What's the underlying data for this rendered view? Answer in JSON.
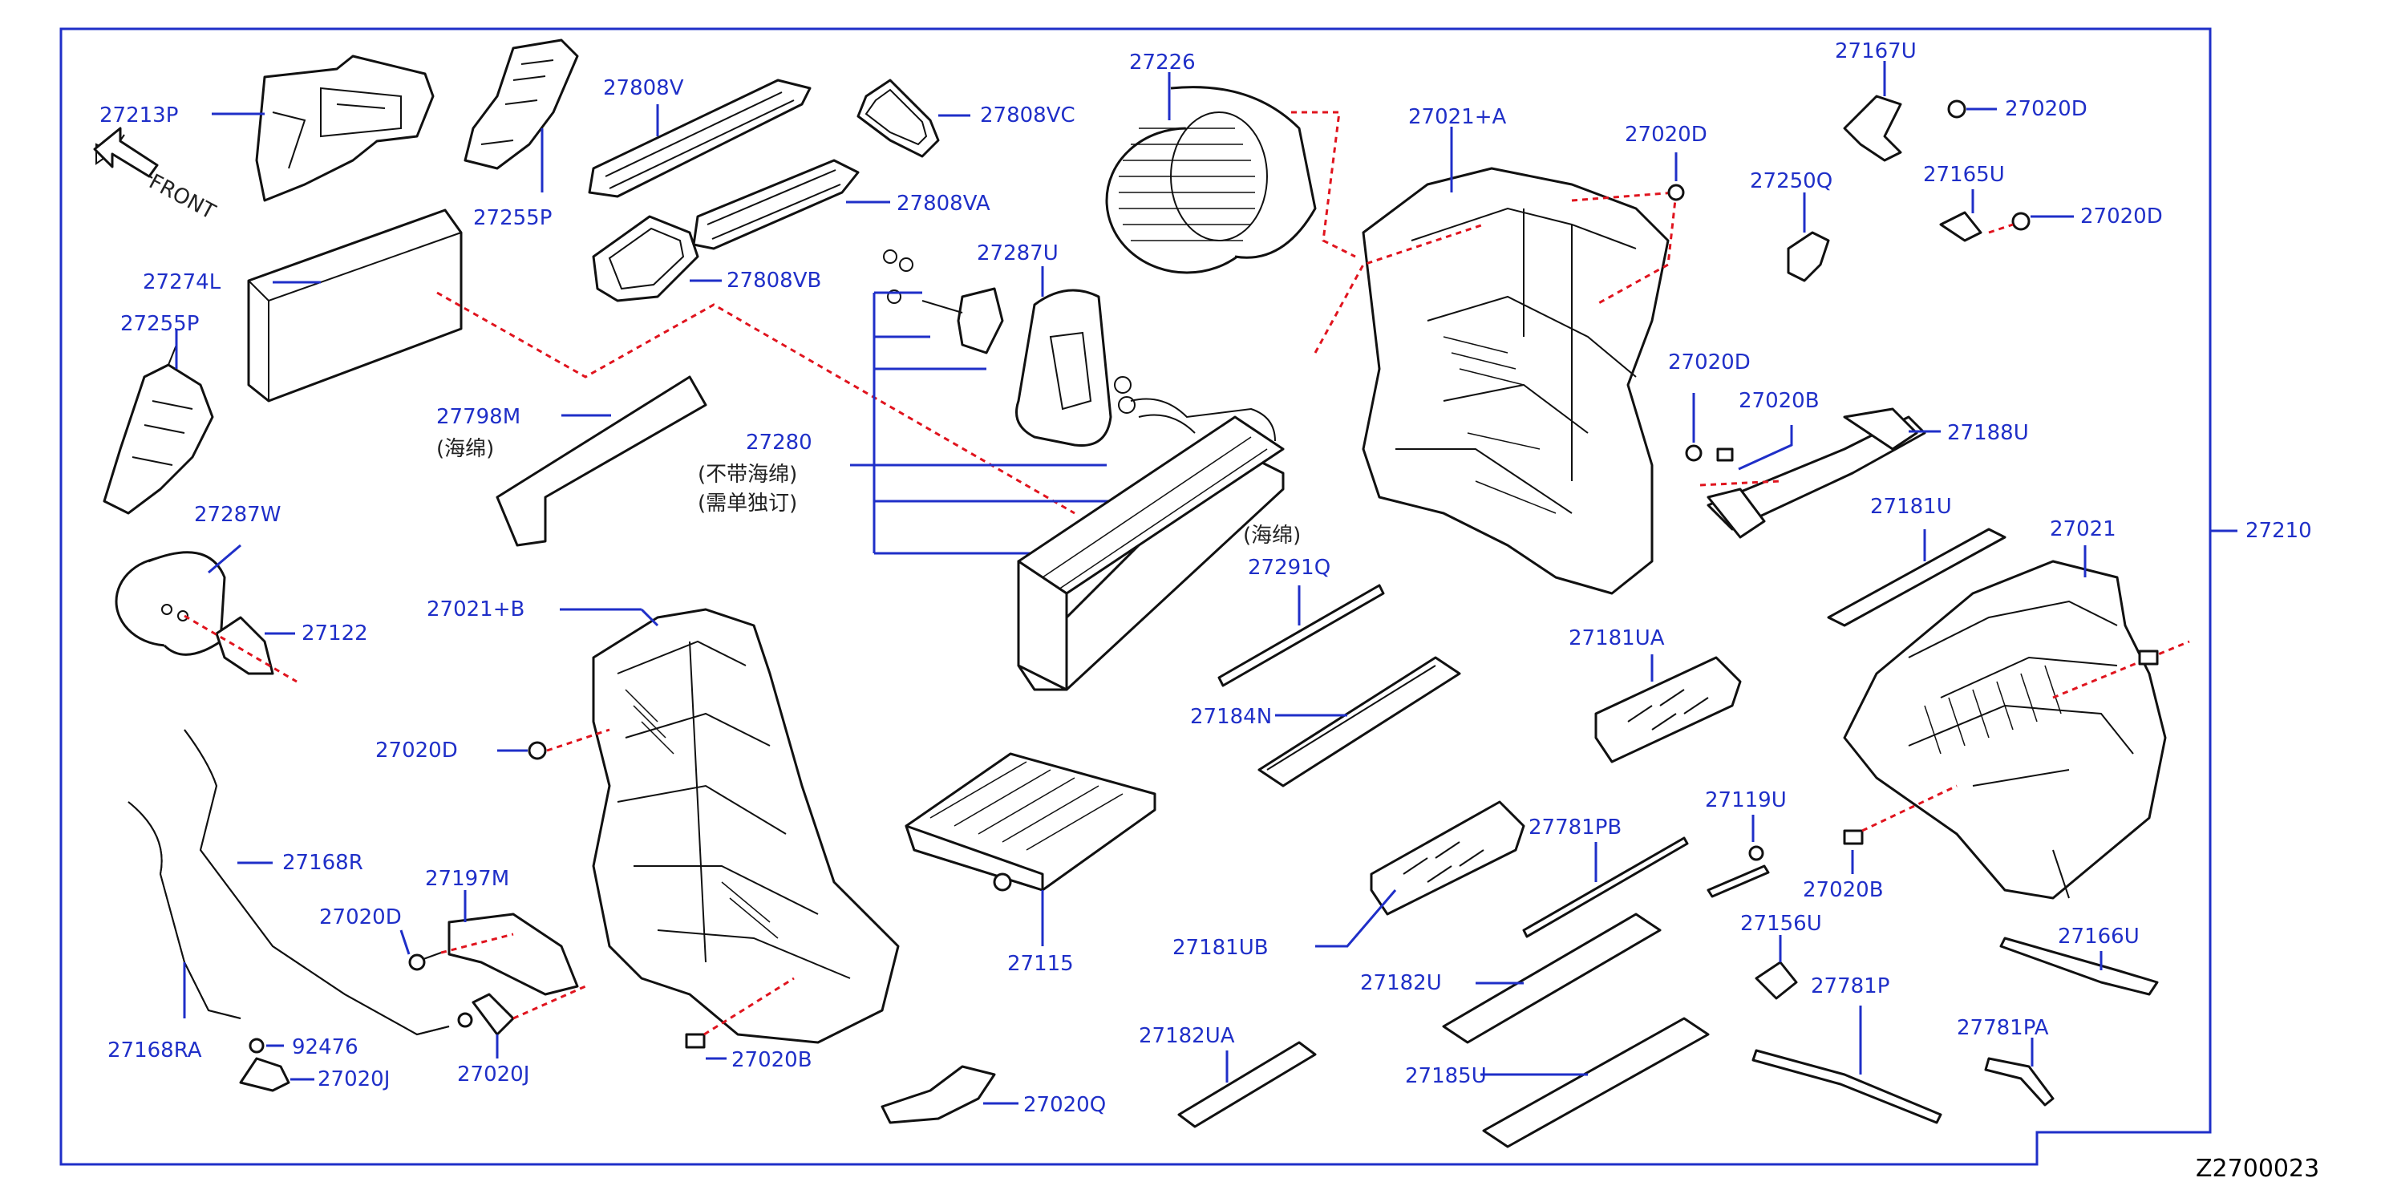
{
  "diagram_code": "Z2700023",
  "front_label": "FRONT",
  "assembly_label": "27210",
  "callouts": {
    "p27213P": "27213P",
    "p27808V": "27808V",
    "p27808VC": "27808VC",
    "p27808VA": "27808VA",
    "p27808VB": "27808VB",
    "p27255P_a": "27255P",
    "p27255P_b": "27255P",
    "p27274L": "27274L",
    "p27798M": "27798M",
    "p27798M_note": "(海绵)",
    "p27287W": "27287W",
    "p27122": "27122",
    "p27287U": "27287U",
    "p27280": "27280",
    "p27280_note1": "(不带海绵)",
    "p27280_note2": "(需单独订)",
    "p27291Q_note": "(海绵)",
    "p27291Q": "27291Q",
    "p27226": "27226",
    "p27021A": "27021+A",
    "p27020D_a": "27020D",
    "p27020D_b": "27020D",
    "p27020D_c": "27020D",
    "p27020D_d": "27020D",
    "p27020D_e": "27020D",
    "p27020D_f": "27020D",
    "p27167U": "27167U",
    "p27165U": "27165U",
    "p27250Q": "27250Q",
    "p27020B_a": "27020B",
    "p27020B_b": "27020B",
    "p27020B_c": "27020B",
    "p27188U": "27188U",
    "p27181U": "27181U",
    "p27021": "27021",
    "p27021B": "27021+B",
    "p27181UA": "27181UA",
    "p27184N": "27184N",
    "p27168R": "27168R",
    "p27197M": "27197M",
    "p27168RA": "27168RA",
    "p92476": "92476",
    "p27020J_a": "27020J",
    "p27020J_b": "27020J",
    "p27115": "27115",
    "p27781PB": "27781PB",
    "p27181UB": "27181UB",
    "p27119U": "27119U",
    "p27156U": "27156U",
    "p27166U": "27166U",
    "p27182U": "27182U",
    "p27781P": "27781P",
    "p27781PA": "27781PA",
    "p27182UA": "27182UA",
    "p27185U": "27185U",
    "p27020Q": "27020Q"
  }
}
